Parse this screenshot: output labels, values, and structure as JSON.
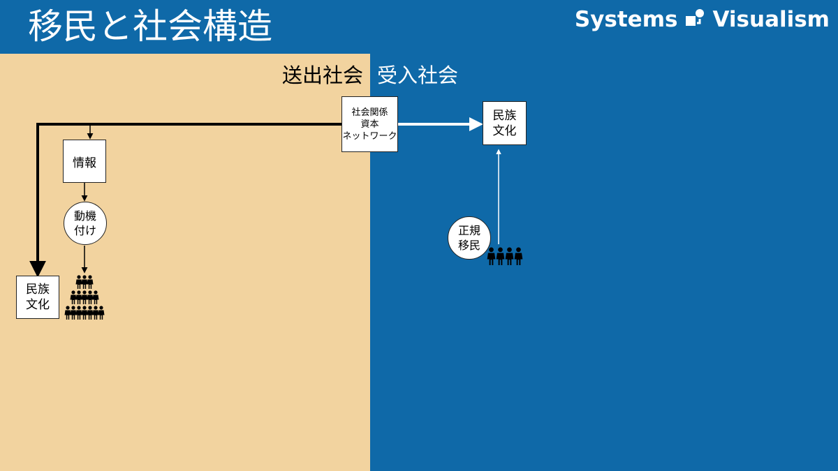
{
  "header": {
    "title": "移民と社会構造",
    "brand_left": "Systems",
    "brand_right": "Visualism"
  },
  "regions": {
    "sending": "送出社会",
    "receiving": "受入社会"
  },
  "nodes": {
    "social_capital": "社会関係\n資本\nネットワーク",
    "info": "情報",
    "motivation": "動機\n付け",
    "culture_left": "民族\n文化",
    "culture_right": "民族\n文化",
    "regular_migrants": "正規\n移民"
  },
  "colors": {
    "blue": "#0f69a8",
    "sand": "#f2d39f"
  },
  "icons": {
    "logo": "systems-visualism-logo",
    "people": "person-icon"
  }
}
